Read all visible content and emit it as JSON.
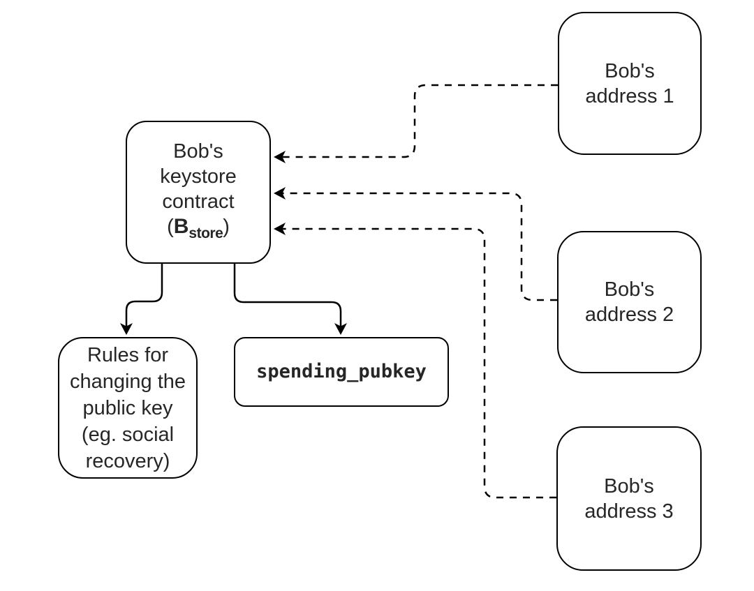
{
  "colors": {
    "background": "#ffffff",
    "stroke": "#000000",
    "text": "#262626"
  },
  "nodes": {
    "keystore": {
      "lines": [
        "Bob's",
        "keystore",
        "contract"
      ],
      "symbol_open": "(",
      "symbol_main": "B",
      "symbol_sub": "store",
      "symbol_close": ")"
    },
    "rules": {
      "lines": [
        "Rules for",
        "changing the",
        "public key",
        "(eg. social",
        "recovery)"
      ]
    },
    "spending": {
      "label": "spending_pubkey"
    },
    "addresses": [
      {
        "lines": [
          "Bob's",
          "address 1"
        ]
      },
      {
        "lines": [
          "Bob's",
          "address 2"
        ]
      },
      {
        "lines": [
          "Bob's",
          "address 3"
        ]
      }
    ]
  },
  "edges": [
    {
      "from": "bobs-address-1",
      "to": "bobs-keystore-contract",
      "style": "dashed-arrow"
    },
    {
      "from": "bobs-address-2",
      "to": "bobs-keystore-contract",
      "style": "dashed-arrow"
    },
    {
      "from": "bobs-address-3",
      "to": "bobs-keystore-contract",
      "style": "dashed-arrow"
    },
    {
      "from": "bobs-keystore-contract",
      "to": "rules-for-changing-the-public-key",
      "style": "solid-arrow"
    },
    {
      "from": "bobs-keystore-contract",
      "to": "spending_pubkey",
      "style": "solid-arrow"
    }
  ]
}
